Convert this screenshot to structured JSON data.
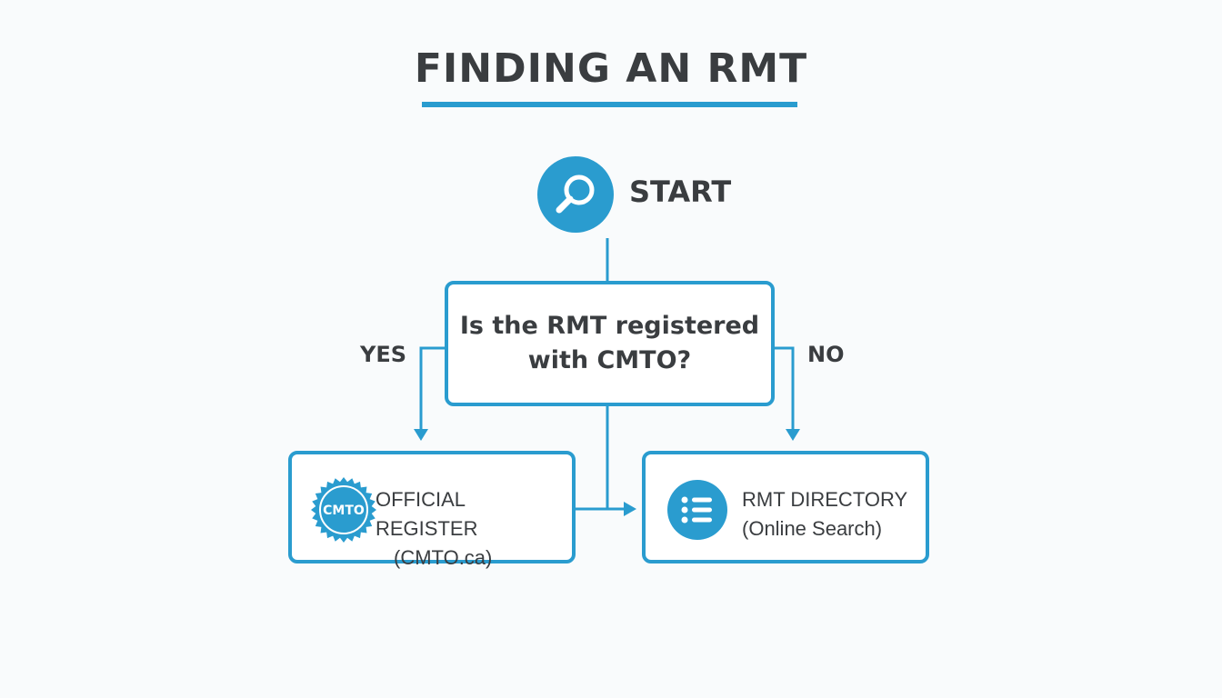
{
  "title": "FINDING AN RMT",
  "start": {
    "icon": "magnifier-icon",
    "label": "START"
  },
  "decision": {
    "question": "Is the RMT registered\nwith CMTO?"
  },
  "branches": {
    "yes_label": "YES",
    "no_label": "NO"
  },
  "official_register": {
    "icon": "cmto-seal-icon",
    "seal_text": "CMTO",
    "line1": "OFFICIAL REGISTER",
    "line2": "(CMTO.ca)"
  },
  "rmt_directory": {
    "icon": "list-icon",
    "line1": "RMT DIRECTORY",
    "line2": "(Online Search)"
  },
  "colors": {
    "accent": "#2a9ccf",
    "text": "#3a3d40",
    "background": "#f9fbfc"
  }
}
